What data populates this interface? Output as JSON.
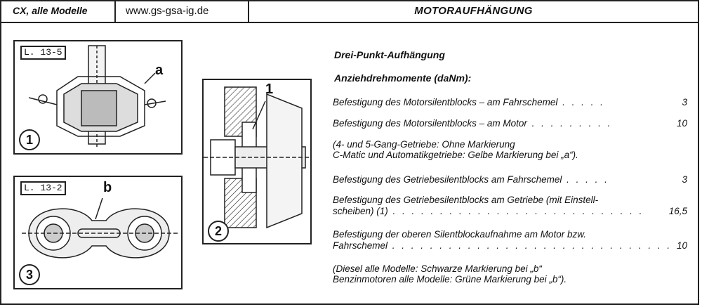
{
  "header": {
    "model": "CX, alle Modelle",
    "site": "www.gs-gsa-ig.de",
    "title": "MOTORAUFHÄNGUNG"
  },
  "figures": {
    "fig1": {
      "tag": "L. 13-5",
      "callout": "a",
      "number": "1"
    },
    "fig2": {
      "callout": "1",
      "number": "2"
    },
    "fig3": {
      "tag": "L. 13-2",
      "callout": "b",
      "number": "3"
    }
  },
  "content": {
    "heading": "Drei-Punkt-Aufhängung",
    "subheading": "Anziehdrehmomente (daNm):",
    "rows": [
      {
        "text": "Befestigung des Motorsilentblocks – am Fahrschemel",
        "dots": " . . . . .",
        "value": "3"
      },
      {
        "text": "Befestigung des Motorsilentblocks – am Motor",
        "dots": " . . . . . . . . .",
        "value": "10"
      },
      {
        "text": "Befestigung des Getriebesilentblocks am Fahrschemel",
        "dots": " . . . . .",
        "value": "3"
      },
      {
        "text": "Befestigung des Getriebesilentblocks am Getriebe (mit Einstell-",
        "text2": "scheiben) (1)",
        "dots": " . . . . . . . . . . . . . . . . . . . . . . . . . . .",
        "value": "16,5"
      },
      {
        "text": "Befestigung der oberen Silentblockaufnahme am Motor bzw.",
        "text2": "Fahrschemel",
        "dots": " . . . . . . . . . . . . . . . . . . . . . . . . . . . . . .",
        "value": "10"
      }
    ],
    "note1_line1": "(4- und 5-Gang-Getriebe: Ohne Markierung",
    "note1_line2": "C-Matic und Automatikgetriebe: Gelbe Markierung bei „a“).",
    "note2_line1": "(Diesel alle Modelle: Schwarze Markierung bei „b“",
    "note2_line2": "Benzinmotoren alle Modelle: Grüne Markierung bei „b“)."
  }
}
